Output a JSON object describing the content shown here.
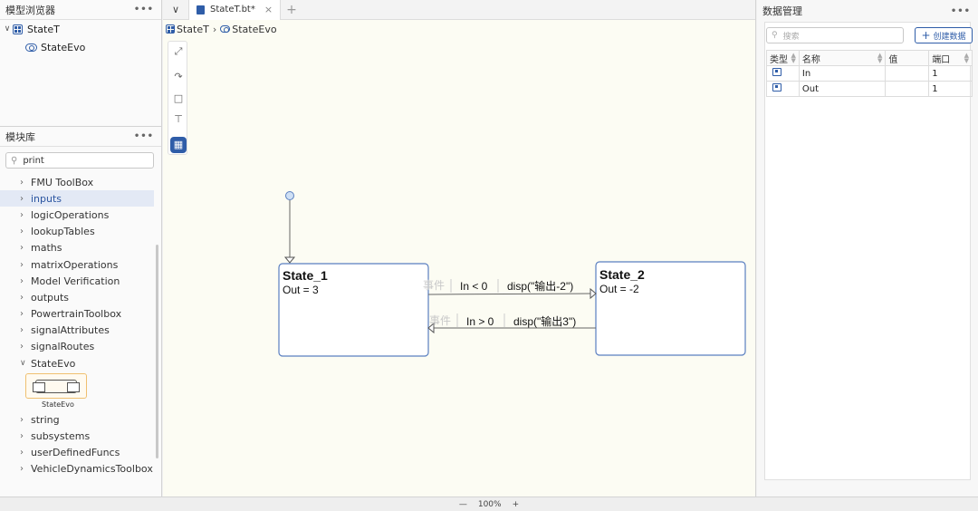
{
  "model_browser": {
    "title": "模型浏览器",
    "menu": "•••",
    "tree": [
      {
        "label": "StateT",
        "expanded": true,
        "icon": "subsystem-icon"
      },
      {
        "label": "StateEvo",
        "icon": "state-chart-icon"
      }
    ]
  },
  "library": {
    "title": "模块库",
    "menu": "•••",
    "search_value": "print",
    "items": [
      {
        "label": "FMU ToolBox",
        "expanded": false,
        "selected": false
      },
      {
        "label": "inputs",
        "expanded": false,
        "selected": true
      },
      {
        "label": "logicOperations",
        "expanded": false,
        "selected": false
      },
      {
        "label": "lookupTables",
        "expanded": false,
        "selected": false
      },
      {
        "label": "maths",
        "expanded": false,
        "selected": false
      },
      {
        "label": "matrixOperations",
        "expanded": false,
        "selected": false
      },
      {
        "label": "Model Verification",
        "expanded": false,
        "selected": false
      },
      {
        "label": "outputs",
        "expanded": false,
        "selected": false
      },
      {
        "label": "PowertrainToolbox",
        "expanded": false,
        "selected": false
      },
      {
        "label": "signalAttributes",
        "expanded": false,
        "selected": false
      },
      {
        "label": "signalRoutes",
        "expanded": false,
        "selected": false
      },
      {
        "label": "StateEvo",
        "expanded": true,
        "selected": false
      },
      {
        "label": "string",
        "expanded": false,
        "selected": false
      },
      {
        "label": "subsystems",
        "expanded": false,
        "selected": false
      },
      {
        "label": "userDefinedFuncs",
        "expanded": false,
        "selected": false
      },
      {
        "label": "VehicleDynamicsToolbox",
        "expanded": false,
        "selected": false
      }
    ],
    "block_preview_caption": "StateEvo"
  },
  "editor": {
    "tab_label": "StateT.bt*",
    "tab_close": "×",
    "tab_add": "+",
    "breadcrumb": [
      "StateT",
      "StateEvo"
    ],
    "chart": {
      "states": [
        {
          "name": "State_1",
          "action": "Out = 3"
        },
        {
          "name": "State_2",
          "action": "Out = -2"
        }
      ],
      "transitions": [
        {
          "event": "事件",
          "condition": "In < 0",
          "action": "disp(\"输出-2\")",
          "from": "State_1",
          "to": "State_2"
        },
        {
          "event": "事件",
          "condition": "In > 0",
          "action": "disp(\"输出3\")",
          "from": "State_2",
          "to": "State_1"
        }
      ]
    }
  },
  "data_manager": {
    "title": "数据管理",
    "menu": "•••",
    "search_placeholder": "搜索",
    "create_button": "创建数据",
    "columns": [
      "类型",
      "名称",
      "值",
      "端口"
    ],
    "rows": [
      {
        "type_icon": "input-port-icon",
        "name": "In",
        "value": "",
        "port": "1"
      },
      {
        "type_icon": "output-port-icon",
        "name": "Out",
        "value": "",
        "port": "1"
      }
    ]
  },
  "status": {
    "zoom_out": "—",
    "zoom": "100%",
    "zoom_in": "+"
  },
  "colors": {
    "accent": "#2f5da8",
    "canvas_bg": "#fcfcf3",
    "state_border": "#5a7fc0"
  }
}
